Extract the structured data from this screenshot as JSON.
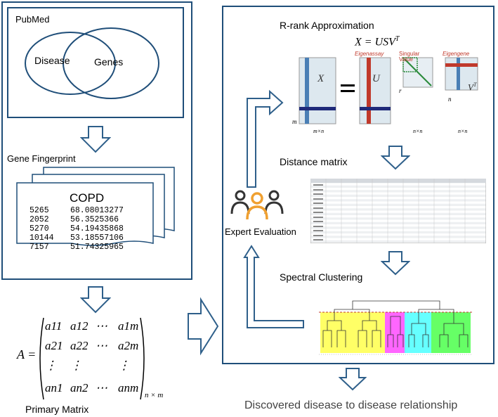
{
  "pubmed": {
    "title": "PubMed",
    "venn_left": "Disease",
    "venn_right": "Genes"
  },
  "fingerprint": {
    "title": "Gene Fingerprint",
    "card_title": "COPD",
    "rows": [
      {
        "gene": "5265",
        "score": "68.08013277"
      },
      {
        "gene": "2052",
        "score": "56.3525366"
      },
      {
        "gene": "5270",
        "score": "54.19435868"
      },
      {
        "gene": "10144",
        "score": "53.18557106"
      },
      {
        "gene": "7157",
        "score": "51.74325965"
      }
    ]
  },
  "matrix": {
    "caption": "Primary Matrix",
    "lhs": "A =",
    "rows": [
      [
        "a11",
        "a12",
        "⋯",
        "a1m"
      ],
      [
        "a21",
        "a22",
        "⋯",
        "a2m"
      ],
      [
        "⋮",
        "⋮",
        "",
        "⋮"
      ],
      [
        "an1",
        "an2",
        "⋯",
        "anm"
      ]
    ],
    "size": "n × m"
  },
  "pipeline": {
    "step1": "R-rank Approximation",
    "svd_formula": "X = USV",
    "svd_formula_sup": "T",
    "svd_labels": {
      "eigenassay": "Eigenassay",
      "singular": "Singular",
      "value": "Value",
      "eigengene": "Eigengene",
      "x": "X",
      "u": "U",
      "vt": "V",
      "vt_sup": "T",
      "dim_x": "m×n",
      "dim_s": "n×n",
      "dim_v": "n×n",
      "m": "m",
      "n": "n",
      "r": "r"
    },
    "step2": "Distance matrix",
    "step3": "Spectral Clustering",
    "expert": "Expert Evaluation"
  },
  "result": "Discovered disease to disease relationship",
  "colors": {
    "frame": "#1f4e79",
    "arrow": "#2e5f8a",
    "expert_orange": "#f0a030",
    "expert_dark": "#333333",
    "cluster_yellow": "#ffff66",
    "cluster_magenta": "#ff66ff",
    "cluster_cyan": "#66ffff",
    "cluster_green": "#66ff66"
  }
}
